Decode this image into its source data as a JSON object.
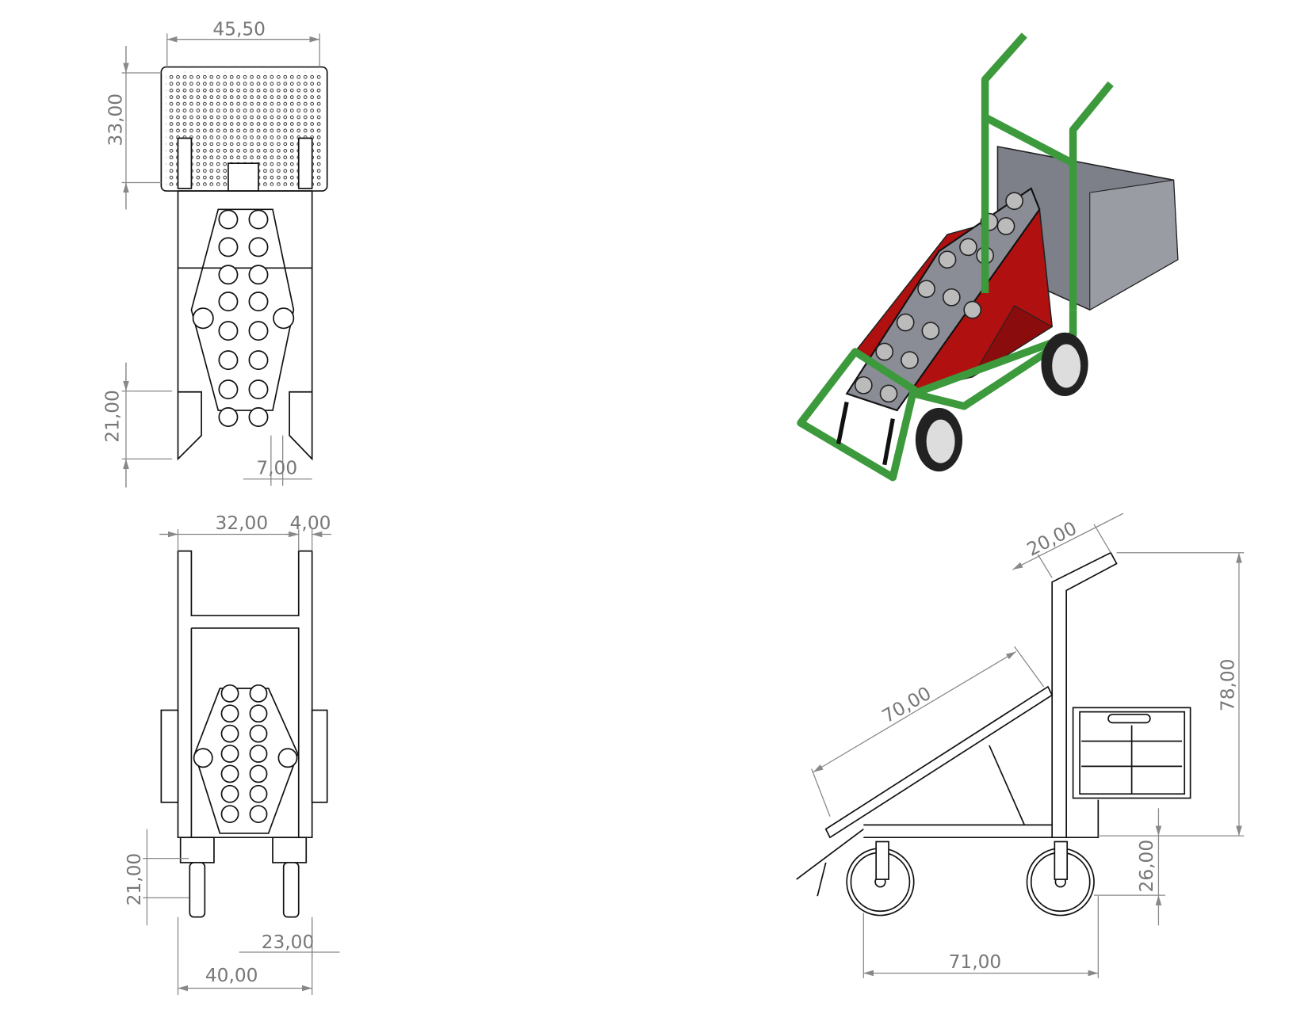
{
  "colors": {
    "frame": "#3c9a3c",
    "chute": "#b01010",
    "crate": "#7d8089",
    "line": "#111111",
    "dimension": "#888888"
  },
  "top_view": {
    "width": "45,50",
    "crate_depth": "33,00",
    "blade_length": "21,00",
    "blade_gap": "7,00"
  },
  "front_view": {
    "inner_width": "32,00",
    "post_width": "4,00",
    "caster_height": "21,00",
    "caster_offset": "23,00",
    "overall_width": "40,00"
  },
  "side_view": {
    "handle_length": "20,00",
    "chute_length": "70,00",
    "overall_height": "78,00",
    "ground_clearance": "26,00",
    "overall_length": "71,00"
  }
}
